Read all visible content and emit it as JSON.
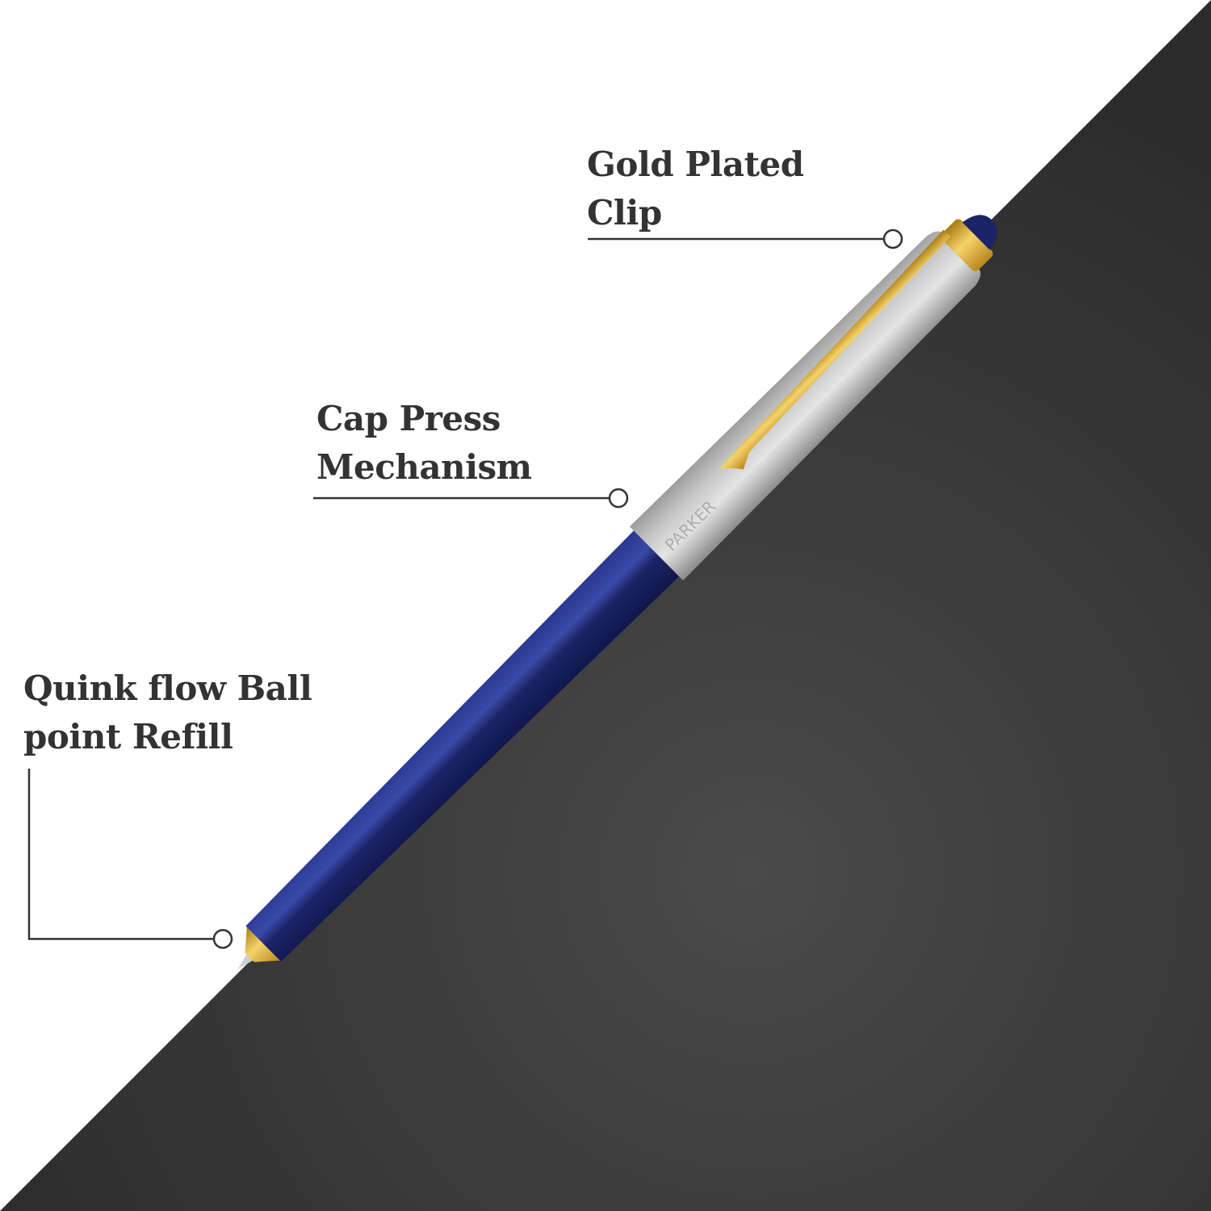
{
  "callouts": {
    "clip": {
      "line1": "Gold Plated",
      "line2": "Clip"
    },
    "mechanism": {
      "line1": "Cap Press",
      "line2": "Mechanism"
    },
    "refill": {
      "line1": "Quink flow Ball",
      "line2": "point Refill"
    }
  },
  "product": {
    "engraving": "PARKER"
  },
  "colors": {
    "background_dark": "#3a3a3a",
    "body_blue": "#1f2a6e",
    "gold": "#d9a92e",
    "steel": "#c4c4c4",
    "text": "#333333"
  }
}
